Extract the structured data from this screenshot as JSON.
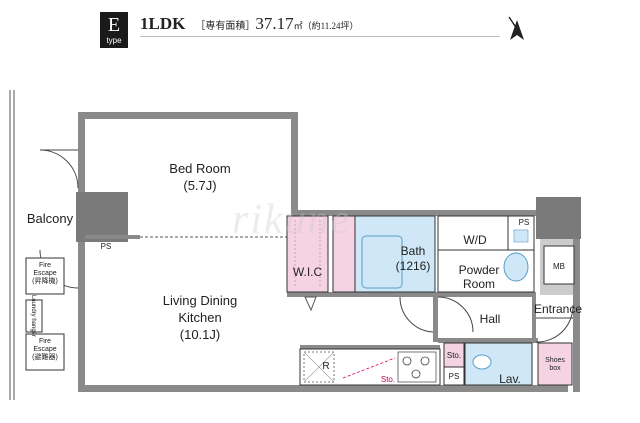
{
  "header": {
    "type_badge_letter": "E",
    "type_badge_word": "type",
    "layout_type": "1LDK",
    "area_label": "［専有面積］",
    "area_value": "37.17",
    "area_unit": "㎡",
    "area_tsubo": "（約11.24坪）"
  },
  "rooms": {
    "bedroom": {
      "name": "Bed Room",
      "size": "(5.7J)"
    },
    "ldk": {
      "line1": "Living Dining",
      "line2": "Kitchen",
      "size": "(10.1J)"
    },
    "balcony": "Balcony",
    "wic": "W.I.C",
    "bath": {
      "name": "Bath",
      "size": "(1216)"
    },
    "wd": "W/D",
    "powder": {
      "line1": "Powder",
      "line2": "Room"
    },
    "mb": "MB",
    "entrance": "Entrance",
    "hall": "Hall",
    "lav": "Lav.",
    "shoes": {
      "line1": "Shoes",
      "line2": "box"
    }
  },
  "labels": {
    "ps_balcony": "PS",
    "ps_bath": "PS",
    "ps_hall": "PS",
    "refrigerator": "R",
    "sto_kitchen": "Sto.",
    "sto_lav": "Sto.",
    "fire_escape_1_line1": "Fire",
    "fire_escape_1_line2": "Escape",
    "fire_escape_1_line3": "(昇降機)",
    "fire_escape_2_line1": "Fire",
    "fire_escape_2_line2": "Escape",
    "fire_escape_2_line3": "(避難器)",
    "laundry_hanger": "Laundry hanger"
  },
  "watermark": "rikune",
  "colors": {
    "wall": "#8a8a8a",
    "wall_dark": "#7a7a7a",
    "bath_blue": "#cfe7f6",
    "wic_pink": "#f6d3e3",
    "line": "#333333"
  }
}
